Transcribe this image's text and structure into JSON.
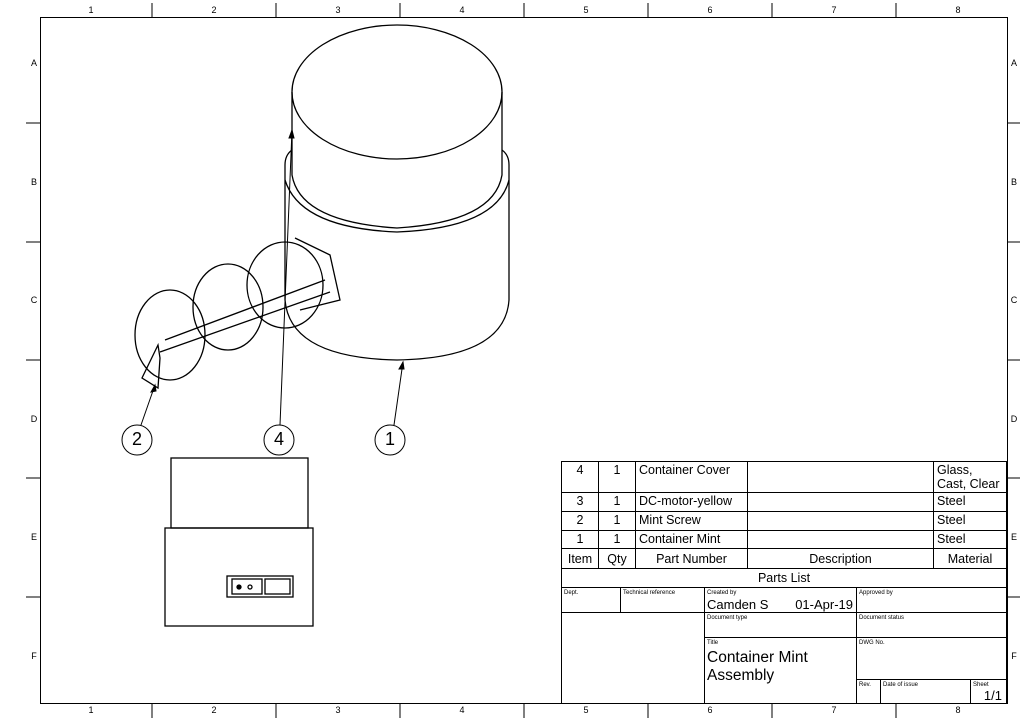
{
  "zones": {
    "columns": [
      "1",
      "2",
      "3",
      "4",
      "5",
      "6",
      "7",
      "8"
    ],
    "rows": [
      "A",
      "B",
      "C",
      "D",
      "E",
      "F"
    ]
  },
  "balloons": [
    "2",
    "4",
    "1"
  ],
  "parts_list": {
    "title": "Parts List",
    "headers": {
      "item": "Item",
      "qty": "Qty",
      "part_number": "Part Number",
      "description": "Description",
      "material": "Material"
    },
    "rows": [
      {
        "item": "4",
        "qty": "1",
        "part_number": "Container Cover",
        "description": "",
        "material": "Glass, Cast, Clear"
      },
      {
        "item": "3",
        "qty": "1",
        "part_number": "DC-motor-yellow",
        "description": "",
        "material": "Steel"
      },
      {
        "item": "2",
        "qty": "1",
        "part_number": "Mint Screw",
        "description": "",
        "material": "Steel"
      },
      {
        "item": "1",
        "qty": "1",
        "part_number": "Container Mint",
        "description": "",
        "material": "Steel"
      }
    ]
  },
  "title_block": {
    "dept_label": "Dept.",
    "tech_ref_label": "Technical reference",
    "created_by_label": "Created by",
    "created_by": "Camden S",
    "created_date": "01-Apr-19",
    "approved_by_label": "Approved by",
    "doc_type_label": "Document type",
    "doc_status_label": "Document status",
    "title_label": "Title",
    "title": "Container Mint  Assembly",
    "dwg_no_label": "DWG No.",
    "rev_label": "Rev.",
    "date_of_issue_label": "Date of issue",
    "sheet_label": "Sheet",
    "sheet": "1/1"
  }
}
